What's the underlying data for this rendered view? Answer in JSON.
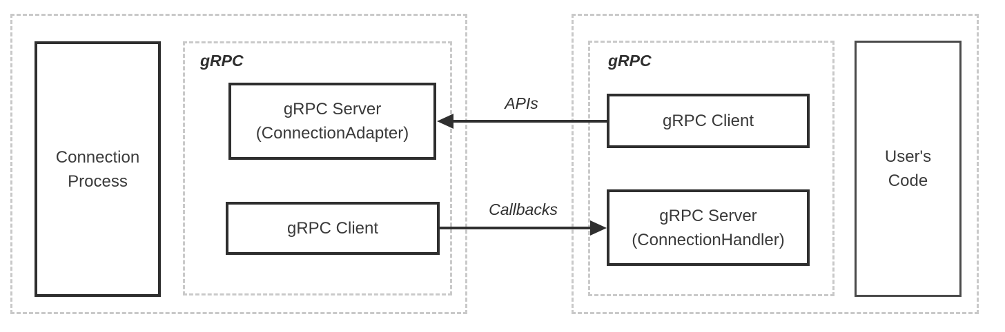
{
  "diagram": {
    "left_region": {
      "process_box_label": "Connection\nProcess",
      "grpc_label": "gRPC",
      "server_box_label": "gRPC Server\n(ConnectionAdapter)",
      "client_box_label": "gRPC Client"
    },
    "right_region": {
      "grpc_label": "gRPC",
      "client_box_label": "gRPC Client",
      "server_box_label": "gRPC Server\n(ConnectionHandler)",
      "user_code_box_label": "User's\nCode"
    },
    "arrows": {
      "apis": {
        "label": "APIs",
        "direction": "right-to-left"
      },
      "callbacks": {
        "label": "Callbacks",
        "direction": "left-to-right"
      }
    },
    "colors": {
      "background": "#ffffff",
      "solid_border": "#2e2e2e",
      "solid_border_light": "#4a4a4a",
      "dashed_border": "#c9c9c9",
      "text": "#3a3a3a",
      "text_dark": "#2f2f2f",
      "arrow": "#2f2f2f"
    }
  }
}
